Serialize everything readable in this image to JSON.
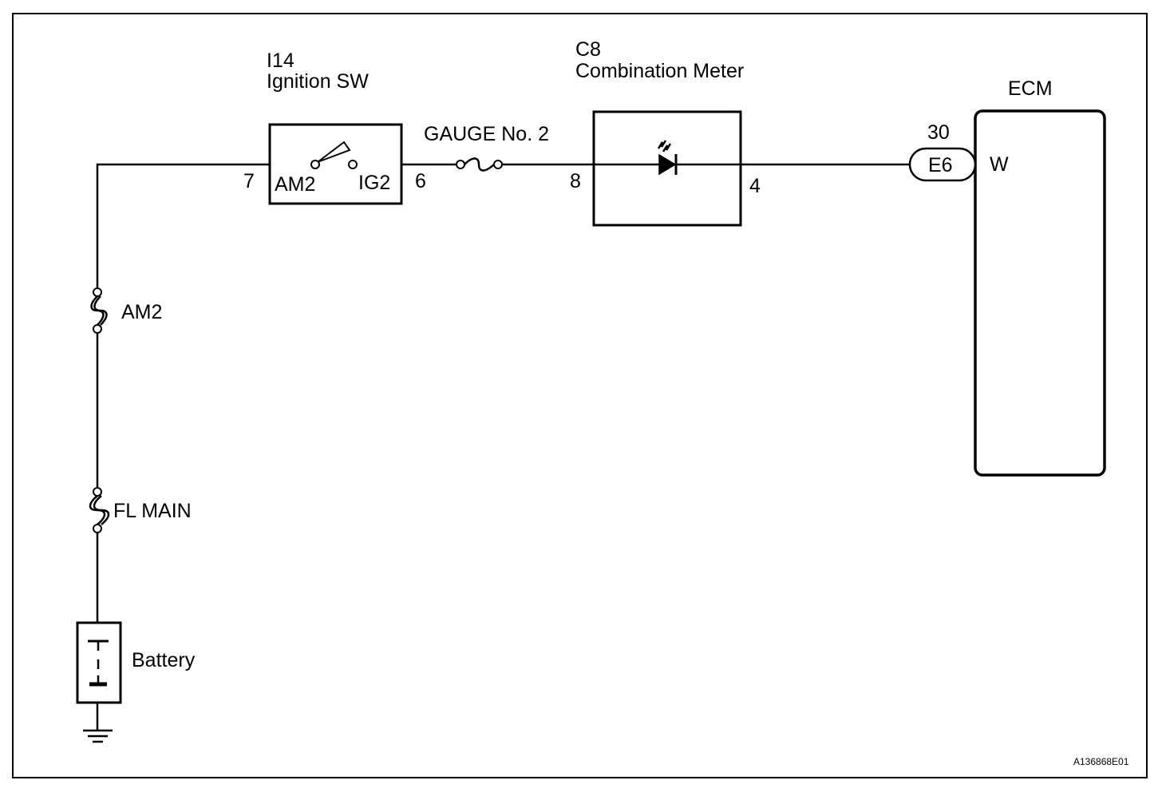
{
  "ignition_switch": {
    "code": "I14",
    "name": "Ignition SW",
    "terminal_in_pin": "7",
    "terminal_in_label": "AM2",
    "terminal_out_label": "IG2",
    "terminal_out_pin": "6"
  },
  "gauge_fuse": {
    "label": "GAUGE No. 2"
  },
  "combination_meter": {
    "code": "C8",
    "name": "Combination Meter",
    "pin_in": "8",
    "pin_out": "4"
  },
  "ecm": {
    "name": "ECM",
    "connector": "E6",
    "pin": "30",
    "wire_color": "W"
  },
  "fuses": {
    "am2": "AM2",
    "fl_main": "FL MAIN"
  },
  "battery": {
    "label": "Battery"
  },
  "figure_code": "A136868E01"
}
